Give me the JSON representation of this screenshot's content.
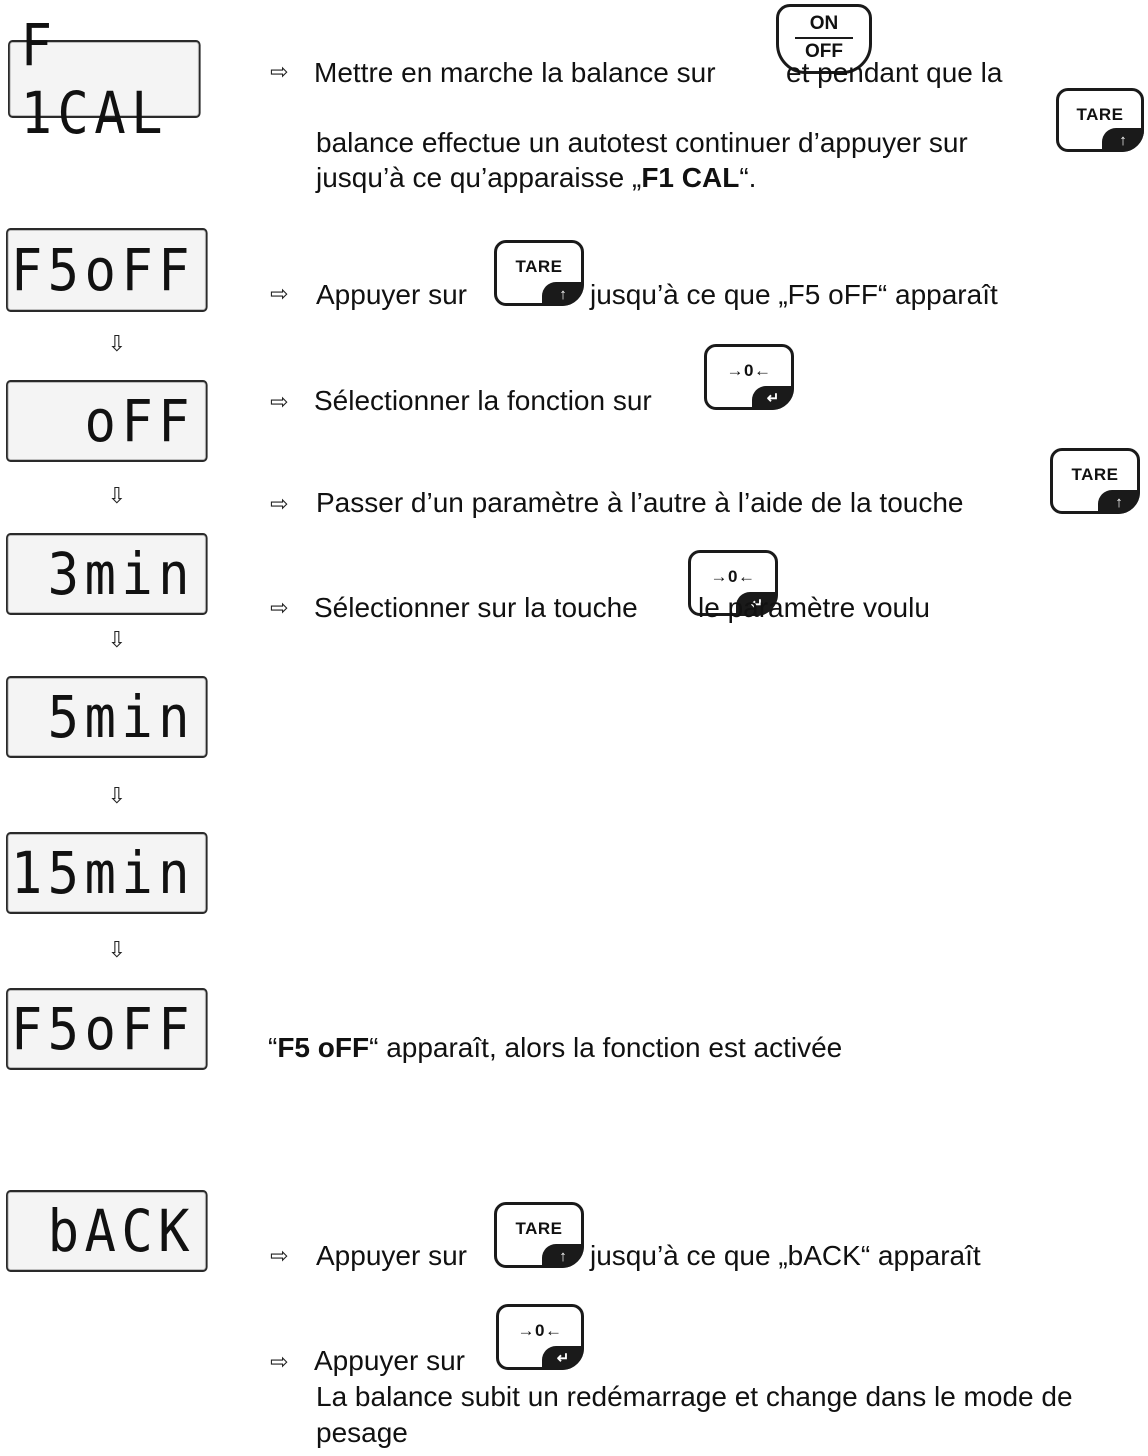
{
  "displays": {
    "d1": "F 1CAL",
    "d2": "F5oFF",
    "d3": "oFF",
    "d4": "3min",
    "d5": "5min",
    "d6": "15min",
    "d7": "F5oFF",
    "d8": "bACK"
  },
  "flow_arrow": "⇩",
  "step_arrow": "⇨",
  "keys": {
    "tare": "TARE",
    "tare_icon": "arrow-up-icon",
    "zero": "→0←",
    "zero_icon": "enter-icon",
    "on": "ON",
    "off": "OFF"
  },
  "glyphs": {
    "up": "↑",
    "enter": "↵"
  },
  "steps": {
    "s1_a": "Mettre en marche la balance sur",
    "s1_b": "et pendant que la",
    "s1_c": "balance effectue un autotest continuer d’appuyer sur",
    "s1_d_pre": "jusqu’à ce qu’apparaisse „",
    "s1_d_bold": "F1 CAL",
    "s1_d_post": "“.",
    "s2_a": "Appuyer sur",
    "s2_b": "jusqu’à ce que „F5 oFF“ apparaît",
    "s3": "Sélectionner la fonction sur",
    "s4": "Passer d’un paramètre à l’autre à l’aide de la touche",
    "s5_a": "Sélectionner sur la touche",
    "s5_b": "le paramètre voulu",
    "s6_pre": "“",
    "s6_bold": "F5 oFF",
    "s6_post": "“ apparaît, alors la fonction est activée",
    "s7_a": "Appuyer sur",
    "s7_b": "jusqu’à ce que „bACK“ apparaît",
    "s8": "Appuyer sur",
    "s9_a": "La balance subit un redémarrage et change dans le mode de",
    "s9_b": "pesage"
  }
}
